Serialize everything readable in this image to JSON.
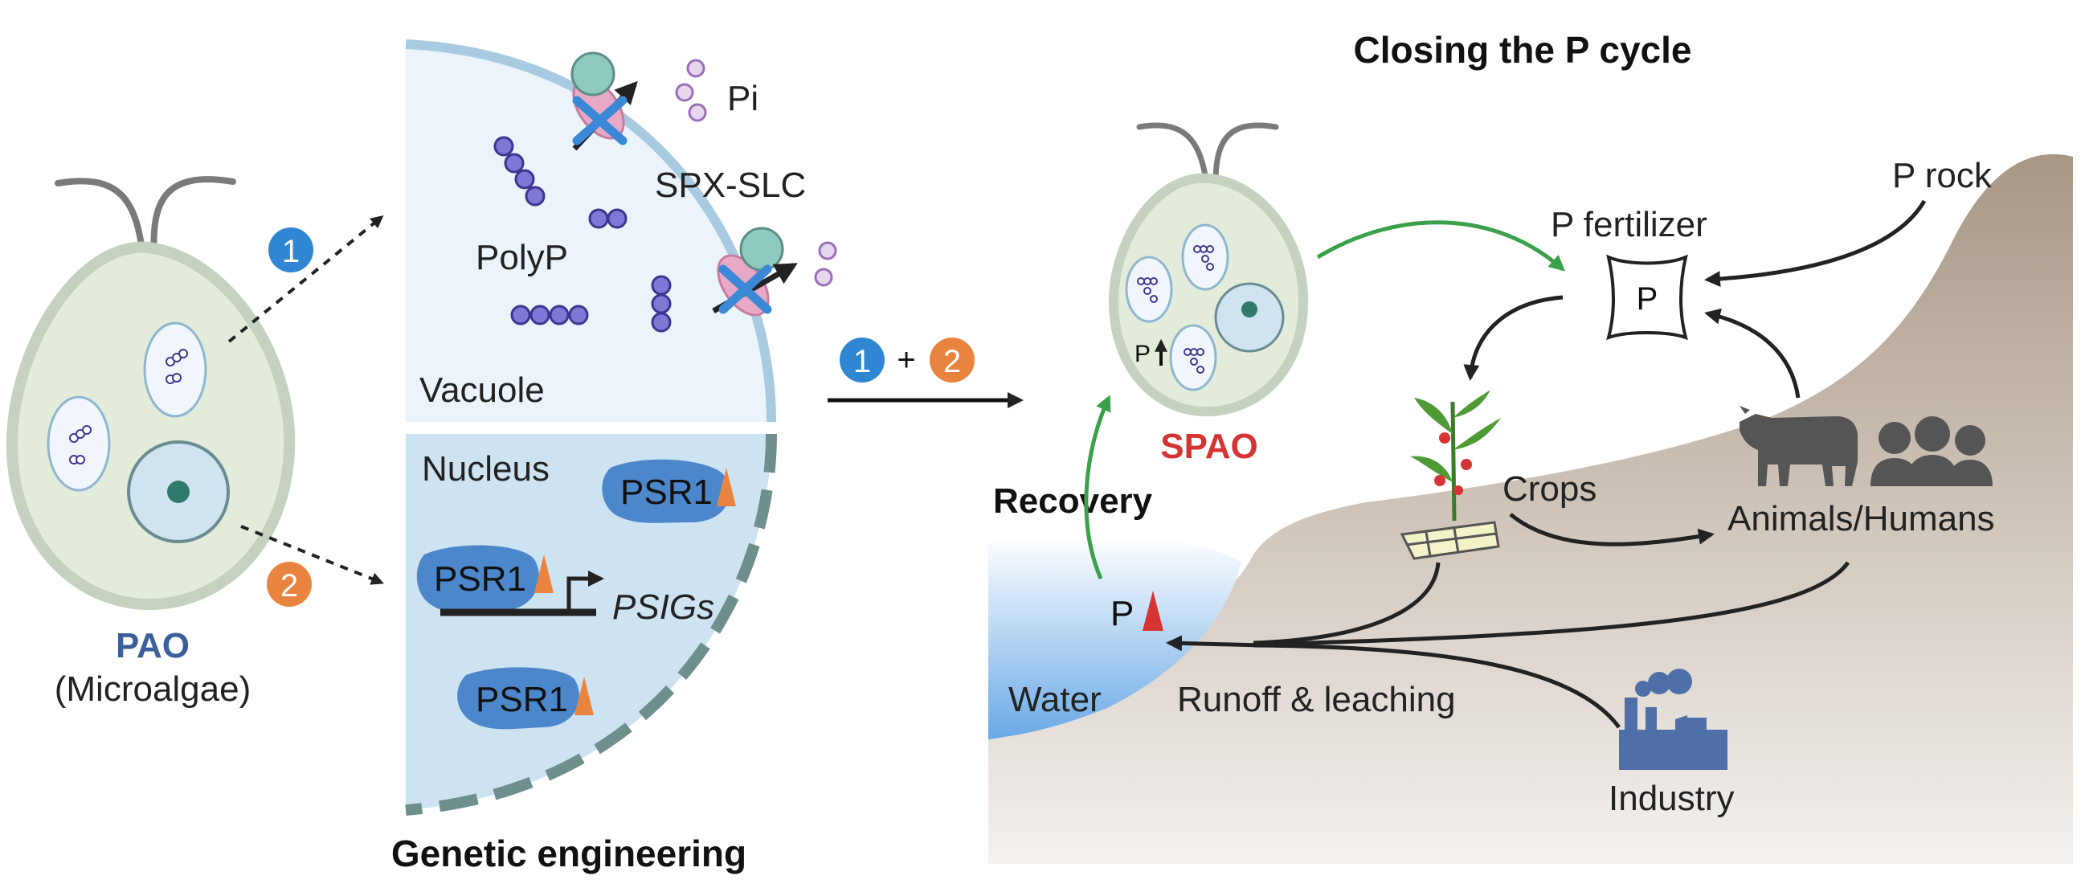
{
  "left": {
    "pao_label": "PAO",
    "pao_sub": "(Microalgae)",
    "step1": "1",
    "step2": "2"
  },
  "engineering": {
    "pi_label": "Pi",
    "spx_label": "SPX-SLC",
    "polyp_label": "PolyP",
    "vacuole_label": "Vacuole",
    "nucleus_label": "Nucleus",
    "psr1_label": "PSR1",
    "psigs_label": "PSIGs",
    "title": "Genetic engineering"
  },
  "combo": {
    "step1": "1",
    "plus": "+",
    "step2": "2"
  },
  "cycle": {
    "title": "Closing the P cycle",
    "spao_label": "SPAO",
    "p_up_label": "P",
    "recovery_label": "Recovery",
    "water_label": "Water",
    "p_water_label": "P",
    "runoff_label": "Runoff & leaching",
    "p_fertilizer_label": "P fertilizer",
    "bag_label": "P",
    "p_rock_label": "P rock",
    "crops_label": "Crops",
    "animals_label": "Animals/Humans",
    "industry_label": "Industry"
  },
  "colors": {
    "step1_blue": "#2f86d2",
    "step2_orange": "#e8843f",
    "title_blue": "#3a5f9a",
    "spao_red": "#d63333",
    "arrow_green": "#3aa04a",
    "triangle_orange": "#e8843f",
    "triangle_red": "#d63333"
  }
}
